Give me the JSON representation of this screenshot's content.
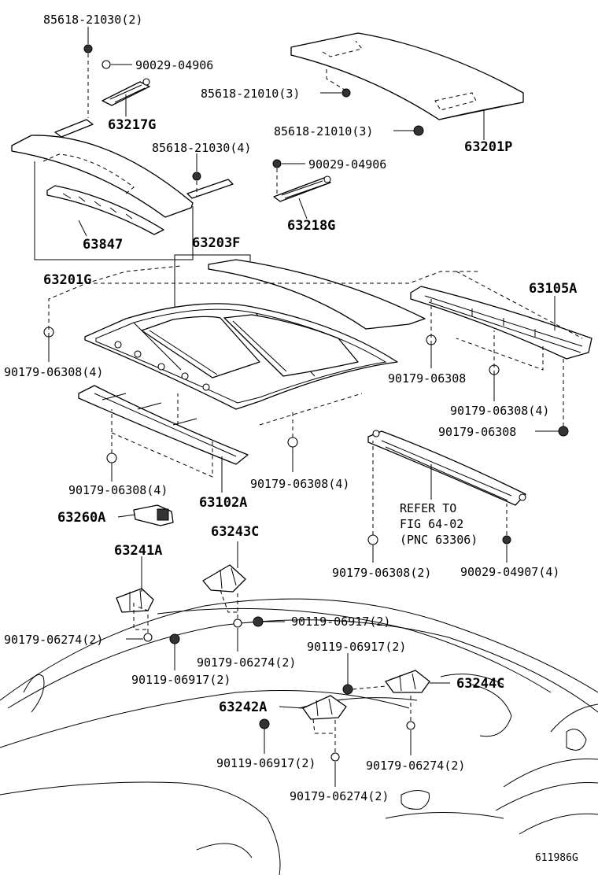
{
  "labels": [
    {
      "key": "l01",
      "text": "85618-21030(2)"
    },
    {
      "key": "l02",
      "text": "90029-04906"
    },
    {
      "key": "l03",
      "text": "63217G"
    },
    {
      "key": "l04",
      "text": "85618-21030(4)"
    },
    {
      "key": "l05",
      "text": "63847"
    },
    {
      "key": "l06",
      "text": "63201G"
    },
    {
      "key": "l07",
      "text": "85618-21010(3)"
    },
    {
      "key": "l08",
      "text": "85618-21010(3)"
    },
    {
      "key": "l09",
      "text": "63201P"
    },
    {
      "key": "l10",
      "text": "90029-04906"
    },
    {
      "key": "l11",
      "text": "63218G"
    },
    {
      "key": "l12",
      "text": "63203F"
    },
    {
      "key": "l13",
      "text": "63105A"
    },
    {
      "key": "l14",
      "text": "90179-06308(4)"
    },
    {
      "key": "l15",
      "text": "90179-06308"
    },
    {
      "key": "l16",
      "text": "90179-06308(4)"
    },
    {
      "key": "l17",
      "text": "90179-06308"
    },
    {
      "key": "l18",
      "text": "90179-06308(4)"
    },
    {
      "key": "l19",
      "text": "90179-06308(4)"
    },
    {
      "key": "l20",
      "text": "63102A"
    },
    {
      "key": "l21",
      "text": "63260A"
    },
    {
      "key": "l22",
      "text": "REFER TO"
    },
    {
      "key": "l23",
      "text": "FIG 64-02"
    },
    {
      "key": "l24",
      "text": "(PNC 63306)"
    },
    {
      "key": "l25",
      "text": "63243C"
    },
    {
      "key": "l26",
      "text": "63241A"
    },
    {
      "key": "l27",
      "text": "90179-06308(2)"
    },
    {
      "key": "l28",
      "text": "90029-04907(4)"
    },
    {
      "key": "l29",
      "text": "90119-06917(2)"
    },
    {
      "key": "l30",
      "text": "90179-06274(2)"
    },
    {
      "key": "l31",
      "text": "90179-06274(2)"
    },
    {
      "key": "l32",
      "text": "90119-06917(2)"
    },
    {
      "key": "l33",
      "text": "90119-06917(2)"
    },
    {
      "key": "l34",
      "text": "63244C"
    },
    {
      "key": "l35",
      "text": "63242A"
    },
    {
      "key": "l36",
      "text": "90119-06917(2)"
    },
    {
      "key": "l37",
      "text": "90179-06274(2)"
    },
    {
      "key": "l38",
      "text": "90179-06274(2)"
    }
  ],
  "figure_id": "611986G"
}
